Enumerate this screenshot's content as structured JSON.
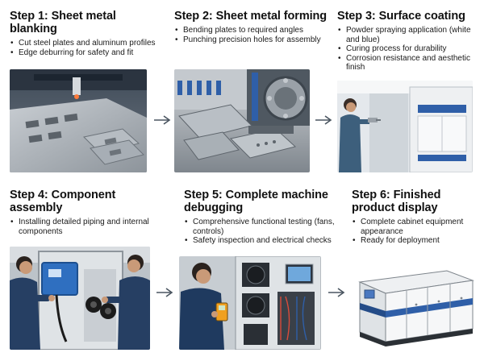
{
  "steps": [
    {
      "title": "Step 1: Sheet metal blanking",
      "bullets": [
        "Cut steel plates and aluminum profiles",
        "Edge deburring for safety and fit"
      ]
    },
    {
      "title": "Step 2: Sheet metal forming",
      "bullets": [
        "Bending plates to required angles",
        "Punching precision holes for assembly"
      ]
    },
    {
      "title": "Step 3: Surface coating",
      "bullets": [
        "Powder spraying application (white and blue)",
        "Curing process for durability",
        "Corrosion resistance and aesthetic finish"
      ]
    },
    {
      "title": "Step 4: Component assembly",
      "bullets": [
        "Installing detailed piping and internal components"
      ]
    },
    {
      "title": "Step 5: Complete machine debugging",
      "bullets": [
        "Comprehensive functional testing (fans, controls)",
        "Safety inspection and electrical checks"
      ]
    },
    {
      "title": "Step 6: Finished product display",
      "bullets": [
        "Complete cabinet equipment appearance",
        "Ready for deployment"
      ]
    }
  ],
  "colors": {
    "steel": "#8e959c",
    "blue_panel": "#2f5fa8",
    "arrow": "#4a5560"
  }
}
